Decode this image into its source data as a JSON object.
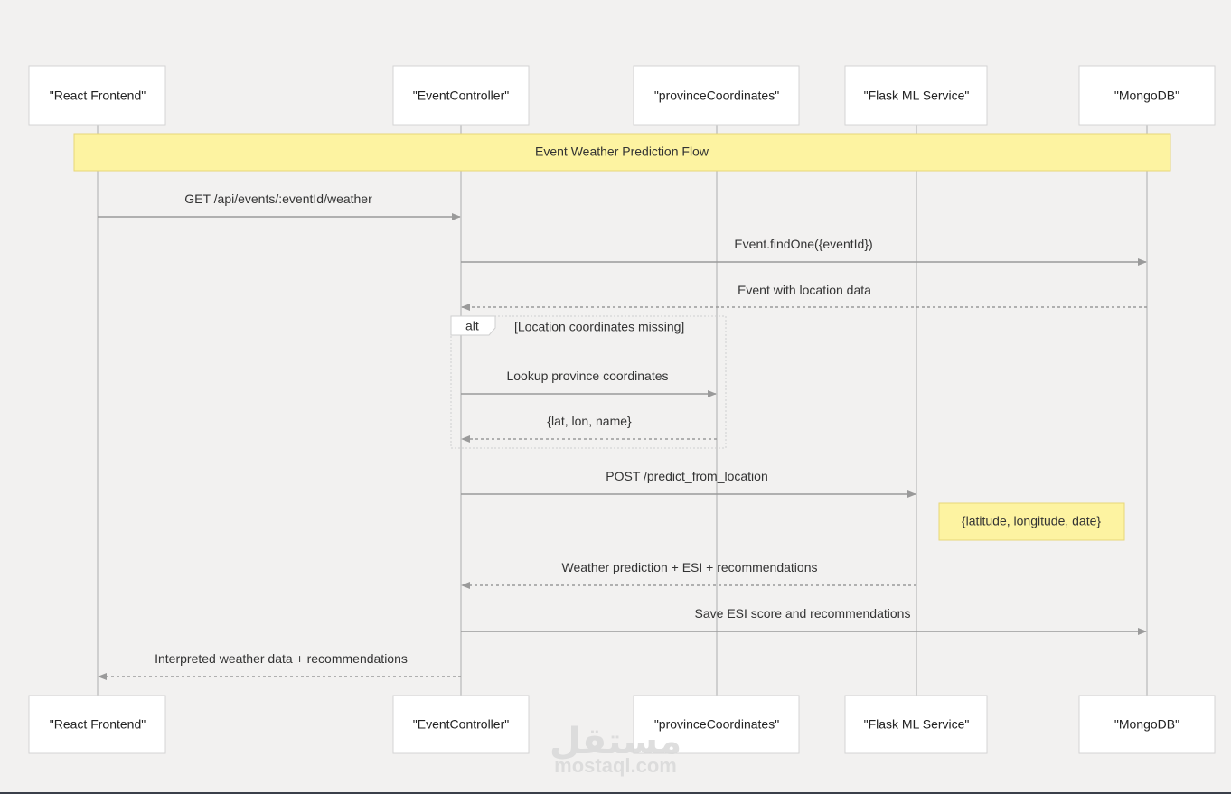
{
  "title": "Event Weather Prediction Flow",
  "participants": [
    {
      "id": "react",
      "label": "\"React Frontend\""
    },
    {
      "id": "controller",
      "label": "\"EventController\""
    },
    {
      "id": "province",
      "label": "\"provinceCoordinates\""
    },
    {
      "id": "flask",
      "label": "\"Flask ML Service\""
    },
    {
      "id": "mongo",
      "label": "\"MongoDB\""
    }
  ],
  "messages": [
    {
      "from": "react",
      "to": "controller",
      "label": "GET /api/events/:eventId/weather",
      "type": "solid"
    },
    {
      "from": "controller",
      "to": "mongo",
      "label": "Event.findOne({eventId})",
      "type": "solid"
    },
    {
      "from": "mongo",
      "to": "controller",
      "label": "Event with location data",
      "type": "dashed"
    },
    {
      "from": "controller",
      "to": "province",
      "label": "Lookup province coordinates",
      "type": "solid"
    },
    {
      "from": "province",
      "to": "controller",
      "label": "{lat, lon, name}",
      "type": "dashed"
    },
    {
      "from": "controller",
      "to": "flask",
      "label": "POST /predict_from_location",
      "type": "solid"
    },
    {
      "from": "flask",
      "to": "controller",
      "label": "Weather prediction + ESI + recommendations",
      "type": "dashed"
    },
    {
      "from": "controller",
      "to": "mongo",
      "label": "Save ESI score and recommendations",
      "type": "solid"
    },
    {
      "from": "controller",
      "to": "react",
      "label": "Interpreted weather data + recommendations",
      "type": "dashed"
    }
  ],
  "alt_frame": {
    "keyword": "alt",
    "condition": "[Location coordinates missing]"
  },
  "note": {
    "over": "flask",
    "text": "{latitude, longitude, date}"
  },
  "watermark": {
    "main": "مستقل",
    "sub": "mostaql.com"
  },
  "colors": {
    "background": "#f2f1f0",
    "note_fill": "#fdf3a1",
    "line": "#9a9a9a",
    "lifeline": "#cfcfcf"
  }
}
